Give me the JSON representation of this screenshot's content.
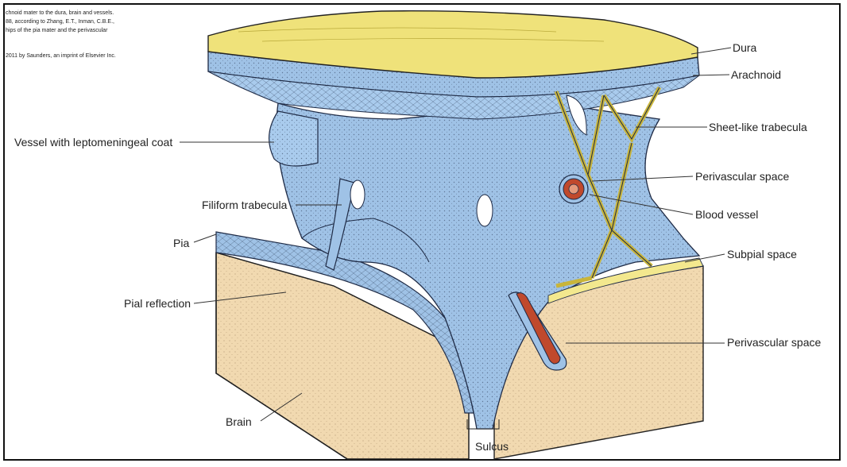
{
  "caption": {
    "line1": "chnoid mater to the dura, brain and vessels.",
    "line2": "88, according to Zhang, E.T., Inman, C.B.E.,",
    "line3": "hips of the pia mater and the perivascular",
    "copyright": "2011 by Saunders, an imprint of Elsevier Inc."
  },
  "labels": {
    "dura": "Dura",
    "arachnoid": "Arachnoid",
    "sheet_trabecula": "Sheet-like trabecula",
    "perivascular_top": "Perivascular space",
    "blood_vessel": "Blood vessel",
    "subpial": "Subpial space",
    "perivascular_bottom": "Perivascular space",
    "vessel_coat": "Vessel with leptomeningeal coat",
    "filiform": "Filiform trabecula",
    "pia": "Pia",
    "pial_reflection": "Pial reflection",
    "brain": "Brain",
    "sulcus": "Sulcus"
  },
  "colors": {
    "dura": "#efe27a",
    "arachnoid": "#9fc2e6",
    "brain": "#f1d9b0",
    "vessel": "#c0492c",
    "trabecula_fill": "#f3e88e"
  }
}
